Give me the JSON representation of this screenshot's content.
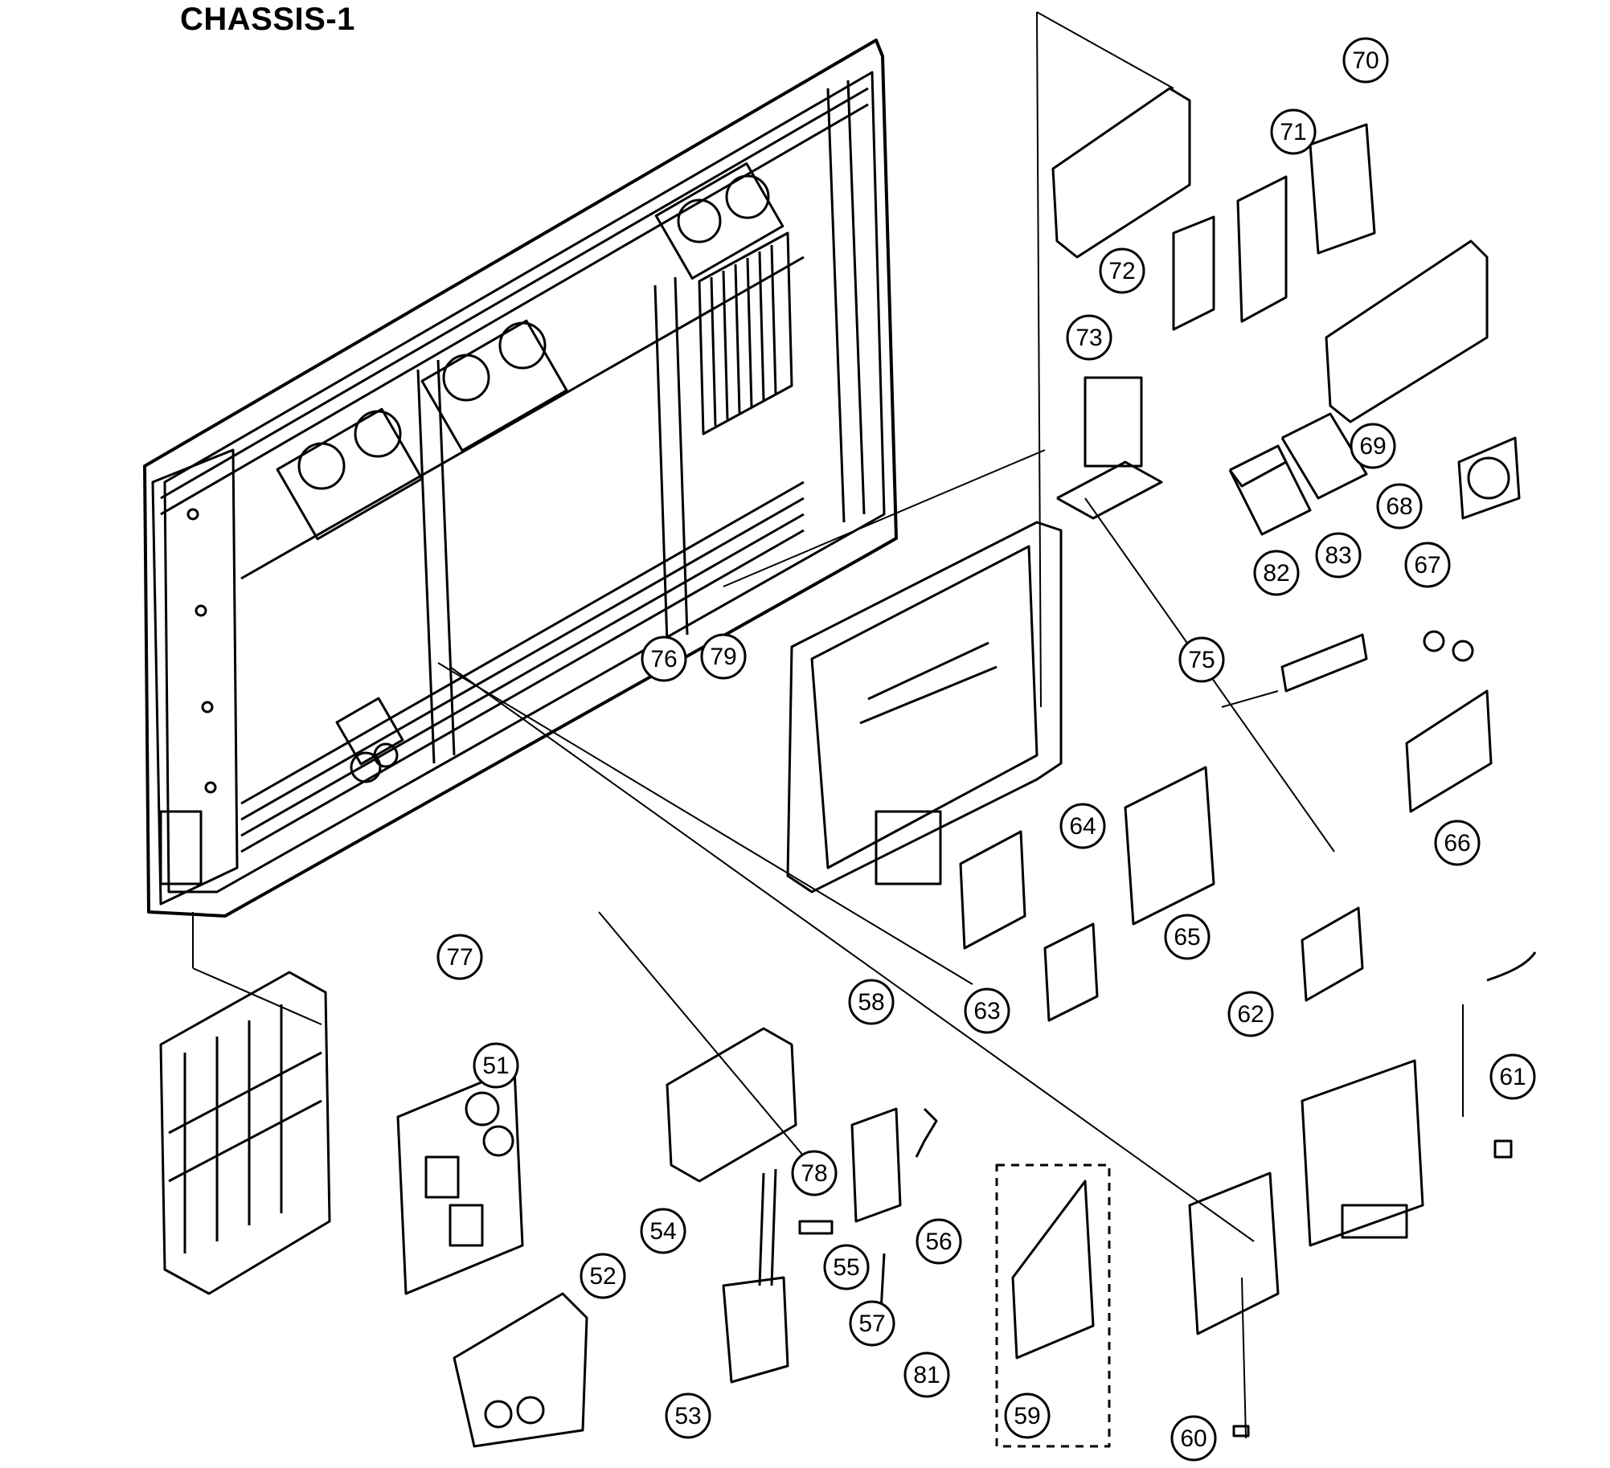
{
  "diagram": {
    "title": "CHASSIS-1",
    "callouts": [
      {
        "label": "51"
      },
      {
        "label": "52"
      },
      {
        "label": "53"
      },
      {
        "label": "54"
      },
      {
        "label": "55"
      },
      {
        "label": "56"
      },
      {
        "label": "57"
      },
      {
        "label": "58"
      },
      {
        "label": "59"
      },
      {
        "label": "60"
      },
      {
        "label": "61"
      },
      {
        "label": "62"
      },
      {
        "label": "63"
      },
      {
        "label": "64"
      },
      {
        "label": "65"
      },
      {
        "label": "66"
      },
      {
        "label": "67"
      },
      {
        "label": "68"
      },
      {
        "label": "69"
      },
      {
        "label": "70"
      },
      {
        "label": "71"
      },
      {
        "label": "72"
      },
      {
        "label": "73"
      },
      {
        "label": "75"
      },
      {
        "label": "76"
      },
      {
        "label": "77"
      },
      {
        "label": "78"
      },
      {
        "label": "79"
      },
      {
        "label": "81"
      },
      {
        "label": "82"
      },
      {
        "label": "83"
      }
    ]
  }
}
